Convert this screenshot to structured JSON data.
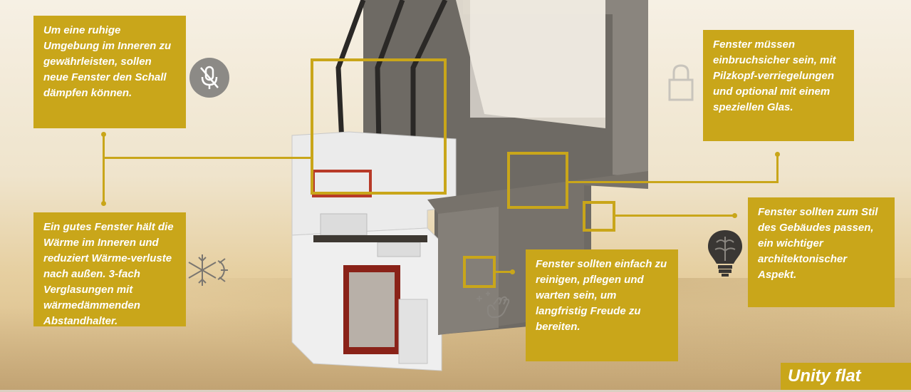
{
  "callouts": {
    "sound": "Um eine ruhige Umgebung im Inneren zu gewährleisten, sollen neue Fenster den Schall dämpfen können.",
    "security": "Fenster müssen einbruchsicher sein, mit Pilzkopf-verriegelungen und optional mit einem speziellen Glas.",
    "warmth": "Ein gutes Fenster hält die Wärme im Inneren und reduziert Wärme-verluste nach außen. 3-fach Verglasungen mit wärmedämmenden Abstandhalter.",
    "style": "Fenster sollten zum Stil des Gebäudes passen, ein wichtiger architektonischer Aspekt.",
    "cleaning": "Fenster sollten einfach zu reinigen, pflegen und warten sein, um langfristig Freude zu bereiten."
  },
  "model_label": "Unity flat",
  "icons": {
    "sound": "muted-microphone-icon",
    "security": "padlock-icon",
    "warmth": "snowflake-sun-icon",
    "style": "brain-lightbulb-icon",
    "cleaning": "cleaning-hand-icon"
  },
  "colors": {
    "accent": "#c9a61a",
    "frame": "#5a5550",
    "pvc": "#ececec",
    "seal": "#b83a28"
  }
}
